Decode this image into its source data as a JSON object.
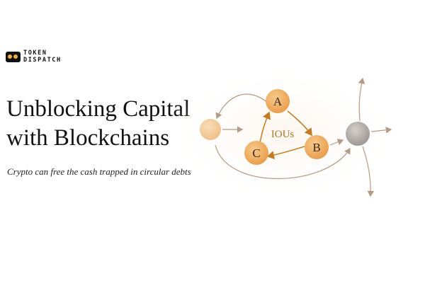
{
  "brand": {
    "line1": "TOKEN",
    "line2": "DISPATCH",
    "mark_icon": "eyes-logo-icon"
  },
  "hero": {
    "title_line1": "Unblocking Capital",
    "title_line2": "with Blockchains",
    "subtitle": "Crypto can free the cash trapped in circular debts"
  },
  "diagram": {
    "nodes": {
      "a": "A",
      "b": "B",
      "c": "C"
    },
    "center_label": "IOUs",
    "colors": {
      "orange_node": "#efad62",
      "pale_node": "#f4cfa0",
      "grey_node": "#b0aaa4",
      "arrow_orange": "#c47a22",
      "arrow_grey": "#b59a85"
    }
  }
}
